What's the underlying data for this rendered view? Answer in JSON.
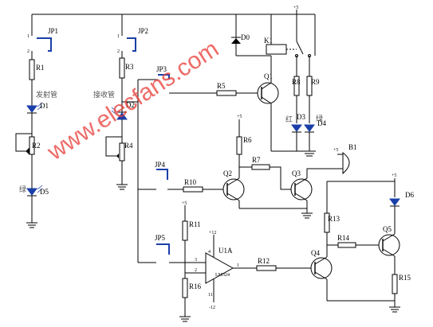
{
  "labels": {
    "jp1": "JP1",
    "jp2": "JP2",
    "jp3": "JP3",
    "jp4": "JP4",
    "jp5": "JP5",
    "r1": "R1",
    "r2": "R2",
    "r3": "R3",
    "r4": "R4",
    "r5": "R5",
    "r6": "R6",
    "r7": "R7",
    "r8": "R8",
    "r9": "R9",
    "r10": "R10",
    "r11": "R11",
    "r12": "R12",
    "r13": "R13",
    "r14": "R14",
    "r15": "R15",
    "r16": "R16",
    "d0": "D0",
    "d1": "D1",
    "d2": "D2",
    "d3": "D3",
    "d4": "D4",
    "d5": "D5",
    "d6": "D6",
    "q1": "Q1",
    "q2": "Q2",
    "q3": "Q3",
    "q4": "Q4",
    "q5": "Q5",
    "k1": "K1",
    "b1": "B1",
    "u1a": "U1A",
    "lm324": "LM324",
    "fashe": "发射管",
    "jieshou": "接收管",
    "lv_d5": "绿",
    "hong_d3": "红",
    "lv_d4": "绿",
    "v5": "+5",
    "v12": "+12",
    "vm12": "-12",
    "pin1": "1",
    "pin2": "2",
    "pin3": "3",
    "pin4": "4",
    "pin11": "11"
  },
  "watermark": "www.elecfans.com",
  "colors": {
    "watermark": "#e8413c",
    "led": "#1a3fa8",
    "switch": "#1a3fa8"
  }
}
